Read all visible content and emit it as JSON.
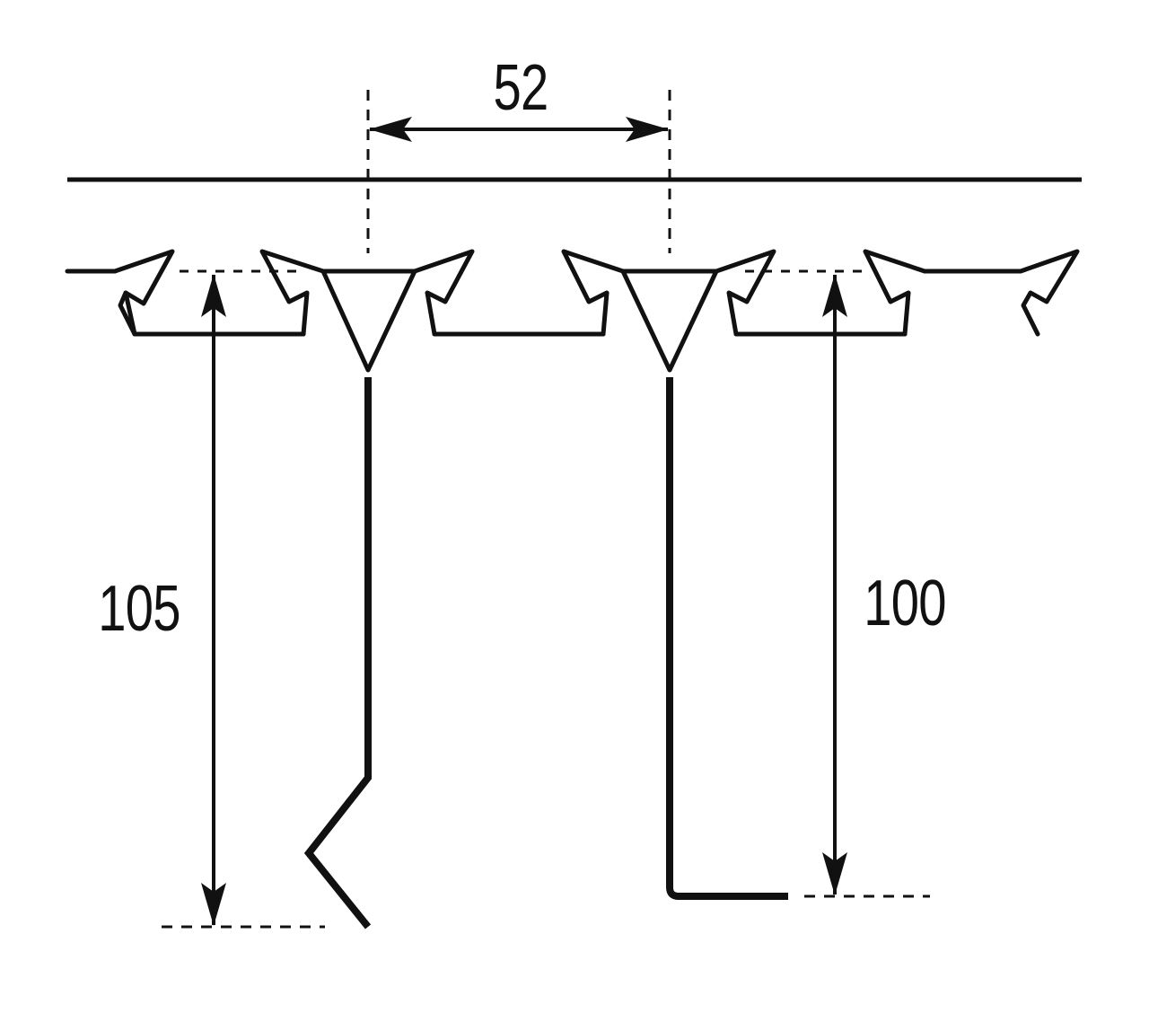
{
  "dimensions": {
    "spacing": "52",
    "left_depth": "105",
    "right_depth": "100"
  },
  "colors": {
    "line": "#111111",
    "background": "#ffffff"
  }
}
